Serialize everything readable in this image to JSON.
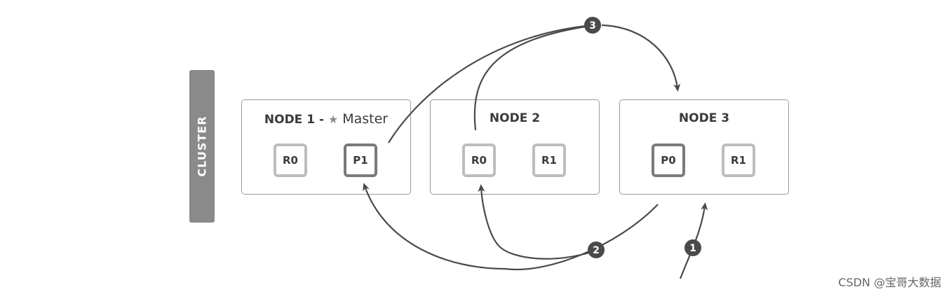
{
  "cluster": {
    "label": "CLUSTER"
  },
  "nodes": [
    {
      "title": "NODE 1 - ",
      "master_icon": "star-icon",
      "master_label": "Master",
      "shards": [
        {
          "label": "R0",
          "kind": "replica"
        },
        {
          "label": "P1",
          "kind": "primary"
        }
      ]
    },
    {
      "title": "NODE 2",
      "shards": [
        {
          "label": "R0",
          "kind": "replica"
        },
        {
          "label": "R1",
          "kind": "replica"
        }
      ]
    },
    {
      "title": "NODE 3",
      "shards": [
        {
          "label": "P0",
          "kind": "primary"
        },
        {
          "label": "R1",
          "kind": "replica"
        }
      ]
    }
  ],
  "steps": [
    "1",
    "2",
    "3"
  ],
  "watermark": "CSDN @宝哥大数据",
  "colors": {
    "line": "#4a4a4a",
    "cluster_bar": "#8a8a8a",
    "primary_border": "#7a7a7a",
    "replica_border": "#bdbdbd"
  }
}
